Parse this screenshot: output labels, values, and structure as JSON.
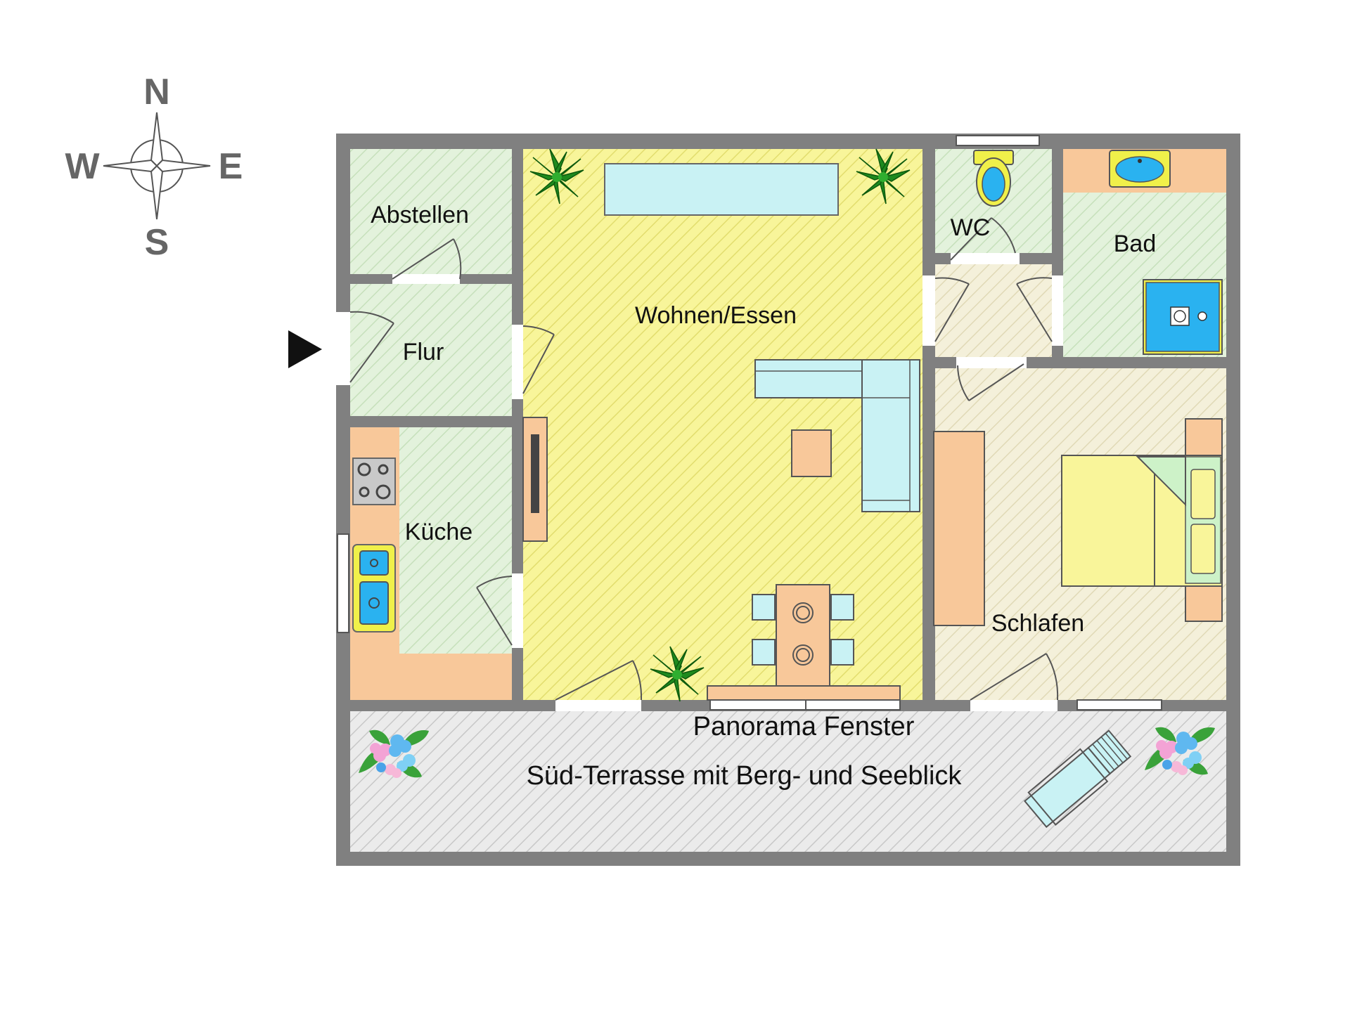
{
  "compass": {
    "north": "N",
    "south": "S",
    "east": "E",
    "west": "W"
  },
  "rooms": {
    "abstellen": "Abstellen",
    "flur": "Flur",
    "kueche": "Küche",
    "wohnen": "Wohnen/Essen",
    "wc": "WC",
    "bad": "Bad",
    "schlafen": "Schlafen"
  },
  "terrace": {
    "window": "Panorama Fenster",
    "label": "Süd-Terrasse mit Berg- und Seeblick"
  },
  "colors": {
    "wall": "#808080",
    "living": "#f8f59a",
    "green_room": "#dff0d8",
    "beige_room": "#f3efd6",
    "counter": "#f8c89a",
    "sofa": "#c9f2f4",
    "terrace": "#e2e2e2",
    "water": "#2ab2f0"
  }
}
